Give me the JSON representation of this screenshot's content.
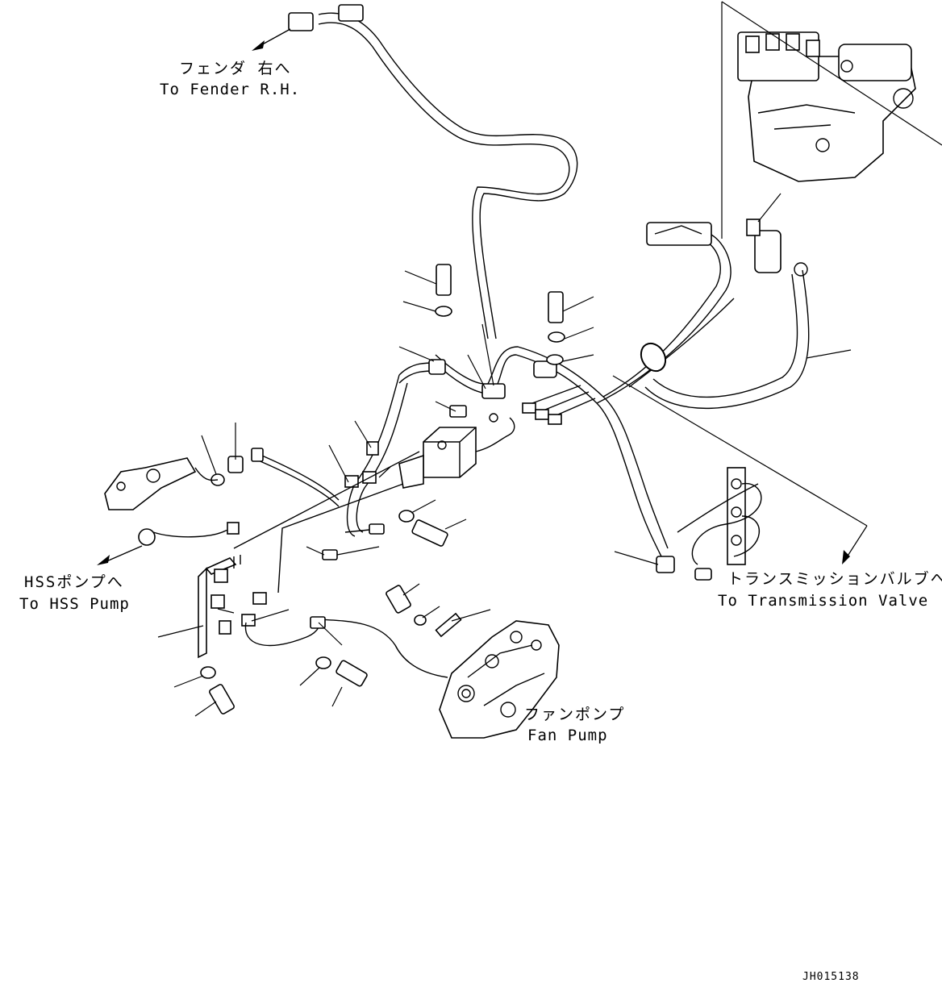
{
  "labels": {
    "fender_jp": "フェンダ 右へ",
    "fender_en": "To Fender R.H.",
    "hss_jp": "HSSポンプへ",
    "hss_en": "To HSS Pump",
    "trans_jp": "トランスミッションバルブへ",
    "trans_en": "To Transmission Valve",
    "fan_jp": "ファンポンプ",
    "fan_en": "Fan Pump"
  },
  "drawing_code": "JH015138"
}
